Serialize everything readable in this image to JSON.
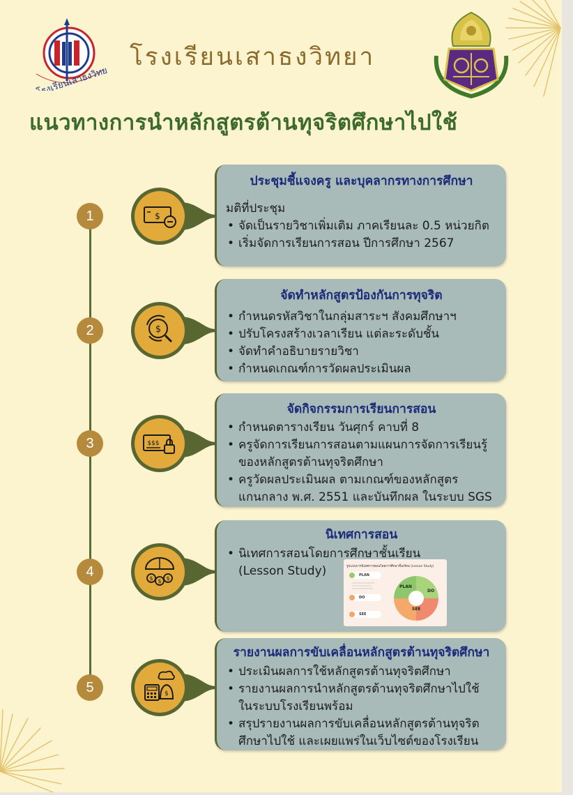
{
  "header": {
    "school_name": "โรงเรียนเสาธงวิทยา",
    "title": "แนวทางการนำหลักสูตรต้านทุจริตศึกษาไปใช้",
    "logo_left_text": "โรงเรียนเสาธงวิทยา"
  },
  "steps": [
    {
      "number": "1",
      "icon": "money-minus-icon",
      "title": "ประชุมชี้แจงครู และบุคลากรทางการศึกษา",
      "intro": "มติที่ประชุม",
      "items": [
        "จัดเป็นรายวิชาเพิ่มเติม ภาคเรียนละ 0.5 หน่วยกิต",
        "เริ่มจัดการเรียนการสอน ปีการศึกษา 2567"
      ]
    },
    {
      "number": "2",
      "icon": "money-search-icon",
      "title": "จัดทำหลักสูตรป้องกันการทุจริต",
      "items": [
        "กำหนดรหัสวิชาในกลุ่มสาระฯ สังคมศึกษาฯ",
        "ปรับโครงสร้างเวลาเรียน แต่ละระดับชั้น",
        "จัดทำคำอธิบายรายวิชา",
        "กำหนดเกณฑ์การวัดผลประเมินผล"
      ]
    },
    {
      "number": "3",
      "icon": "card-lock-icon",
      "title": "จัดกิจกรรมการเรียนการสอน",
      "items": [
        {
          "line1": "กำหนดตารางเรียน วันศุกร์ คาบที่ 8"
        },
        {
          "line1": "ครูจัดการเรียนการสอนตามแผนการจัดการเรียนรู้",
          "line2": "ของหลักสูตรต้านทุจริตศึกษา"
        },
        {
          "line1": "ครูวัดผลประเมินผล ตามเกณฑ์ของหลักสูตร",
          "line2": "แกนกลาง พ.ศ. 2551 และบันทึกผล ในระบบ SGS"
        }
      ]
    },
    {
      "number": "4",
      "icon": "umbrella-coins-icon",
      "title": "นิเทศการสอน",
      "items": [
        {
          "line1": "นิเทศการสอนโดยการศึกษาชั้นเรียน",
          "line2": "(Lesson Study)"
        }
      ],
      "image": {
        "heading": "รูปแบบการนิเทศการสอนโดยการศึกษาชั้นเรียน (Lesson Study)",
        "labels": [
          "PLAN",
          "DO",
          "SEE"
        ]
      }
    },
    {
      "number": "5",
      "icon": "calculator-chef-icon",
      "title": "รายงานผลการขับเคลื่อนหลักสูตรต้านทุจริตศึกษา",
      "items": [
        {
          "line1": "ประเมินผลการใช้หลักสูตรต้านทุจริตศึกษา"
        },
        {
          "line1": "รายงานผลการนำหลักสูตรต้านทุจริตศึกษาไปใช้",
          "line2": "ในระบบโรงเรียนพร้อม"
        },
        {
          "line1": "สรุปรายงานผลการขับเคลื่อนหลักสูตรต้านทุจริต",
          "line2": "ศึกษาไปใช้ และเผยแพร่ในเว็บไซต์ของโรงเรียน"
        }
      ]
    }
  ],
  "colors": {
    "background": "#fcf3cf",
    "card": "#a9bbb8",
    "number_circle": "#b58a3c",
    "icon_circle": "#e2a93b",
    "title_green": "#3b6a2b",
    "card_title_blue": "#1b2b7a",
    "school_name_brown": "#8b6a2c"
  }
}
